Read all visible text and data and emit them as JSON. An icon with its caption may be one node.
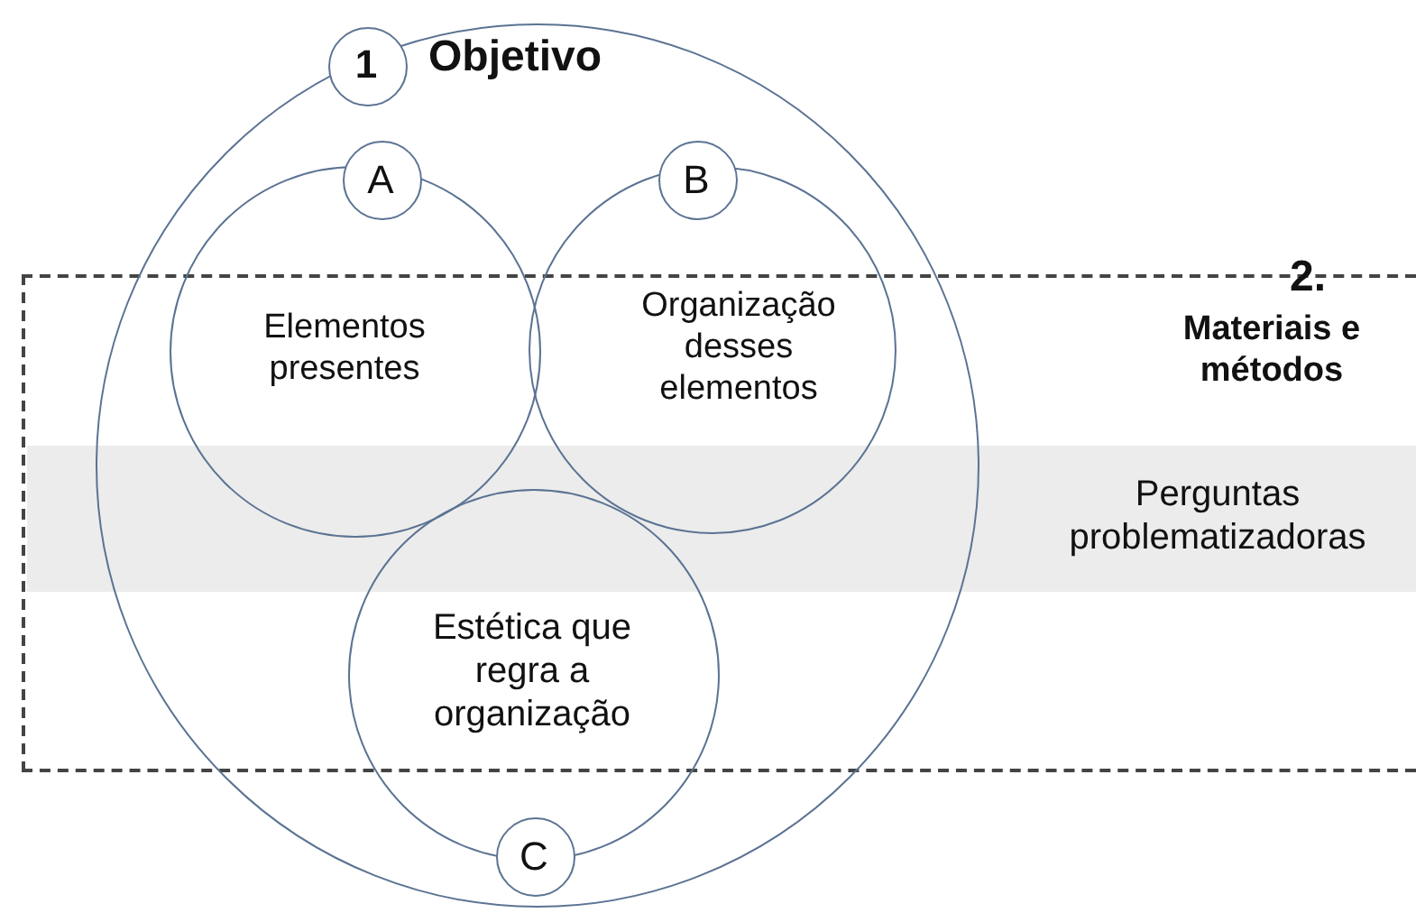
{
  "diagram": {
    "nodes": [
      {
        "text": [
          "2.",
          "Materiais e métodos"
        ]
      },
      {
        "text": [
          "Perguntas problematizadoras"
        ],
        "in": 0
      },
      {
        "text": [
          "Objetivo"
        ]
      },
      {
        "text": [
          "1"
        ],
        "in": 2
      },
      {
        "text": [
          "Elementos presentes"
        ],
        "in": 2
      },
      {
        "text": [
          "A"
        ],
        "in": 2
      },
      {
        "text": [
          "Organização desses elementos"
        ],
        "in": 2
      },
      {
        "text": [
          "B"
        ],
        "in": 2
      },
      {
        "text": [
          "Estética que regra a organização"
        ],
        "in": 2
      },
      {
        "text": [
          "C"
        ],
        "in": 2
      }
    ]
  }
}
